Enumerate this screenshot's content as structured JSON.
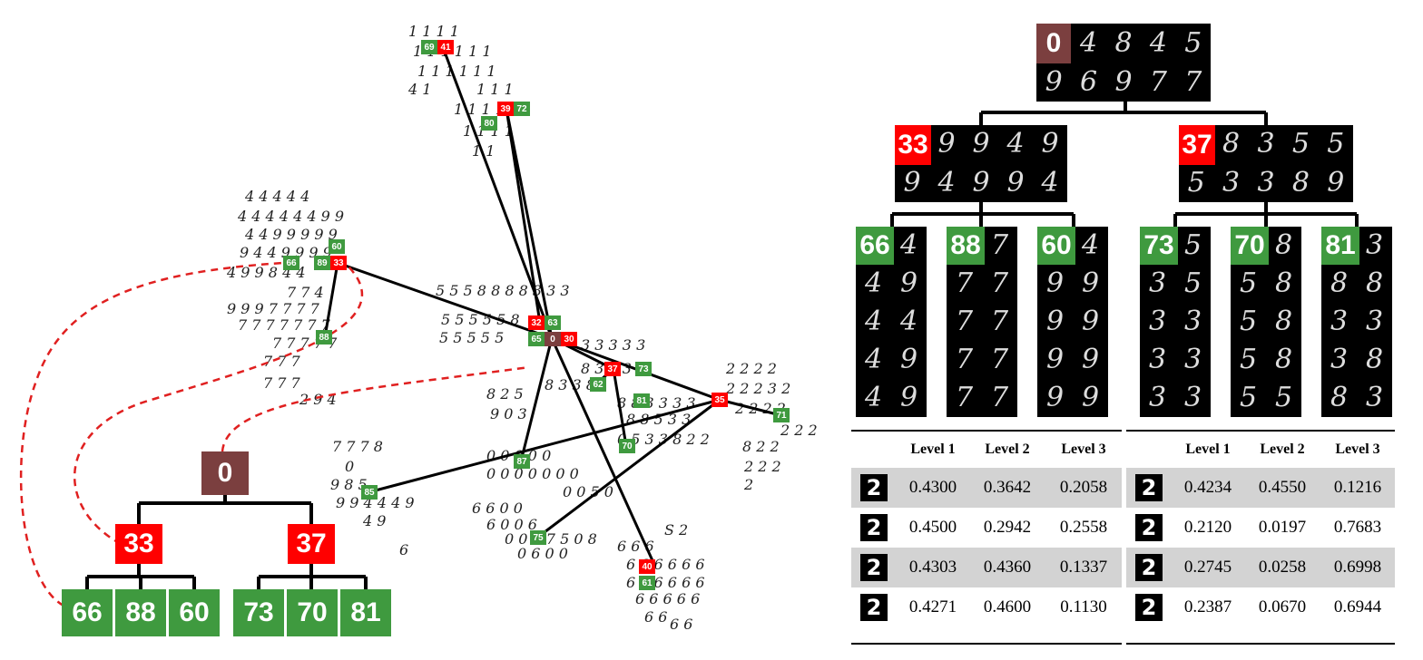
{
  "scatter": {
    "nodes": [
      {
        "label": "69",
        "color": "green"
      },
      {
        "label": "41",
        "color": "red"
      },
      {
        "label": "39",
        "color": "red"
      },
      {
        "label": "72",
        "color": "green"
      },
      {
        "label": "80",
        "color": "green"
      },
      {
        "label": "60",
        "color": "green"
      },
      {
        "label": "66",
        "color": "green"
      },
      {
        "label": "89",
        "color": "green"
      },
      {
        "label": "33",
        "color": "red"
      },
      {
        "label": "88",
        "color": "green"
      },
      {
        "label": "32",
        "color": "red"
      },
      {
        "label": "63",
        "color": "green"
      },
      {
        "label": "65",
        "color": "green"
      },
      {
        "label": "0",
        "color": "brown"
      },
      {
        "label": "30",
        "color": "red"
      },
      {
        "label": "37",
        "color": "red"
      },
      {
        "label": "73",
        "color": "green"
      },
      {
        "label": "62",
        "color": "green"
      },
      {
        "label": "81",
        "color": "green"
      },
      {
        "label": "35",
        "color": "red"
      },
      {
        "label": "71",
        "color": "green"
      },
      {
        "label": "70",
        "color": "green"
      },
      {
        "label": "87",
        "color": "green"
      },
      {
        "label": "85",
        "color": "green"
      },
      {
        "label": "75",
        "color": "green"
      },
      {
        "label": "40",
        "color": "red"
      },
      {
        "label": "61",
        "color": "green"
      }
    ]
  },
  "tree": {
    "root": "0",
    "level1": [
      "33",
      "37"
    ],
    "level2": [
      "66",
      "88",
      "60",
      "73",
      "70",
      "81"
    ]
  },
  "panels": {
    "root": {
      "label": "0",
      "digits": [
        "4",
        "8",
        "4",
        "5",
        "9",
        "6",
        "9",
        "7",
        "7"
      ]
    },
    "level1": [
      {
        "label": "33",
        "digits": [
          "9",
          "9",
          "4",
          "9",
          "9",
          "4",
          "9",
          "9",
          "4"
        ]
      },
      {
        "label": "37",
        "digits": [
          "8",
          "3",
          "5",
          "5",
          "5",
          "3",
          "3",
          "8",
          "9"
        ]
      }
    ],
    "level2": [
      {
        "label": "66",
        "digits": [
          "4",
          "4",
          "9",
          "4",
          "4",
          "4",
          "9",
          "4",
          "9"
        ]
      },
      {
        "label": "88",
        "digits": [
          "7",
          "7",
          "7",
          "7",
          "7",
          "7",
          "7",
          "7",
          "7"
        ]
      },
      {
        "label": "60",
        "digits": [
          "4",
          "9",
          "9",
          "9",
          "9",
          "9",
          "9",
          "9",
          "9"
        ]
      },
      {
        "label": "73",
        "digits": [
          "5",
          "3",
          "5",
          "3",
          "3",
          "3",
          "3",
          "3",
          "3"
        ]
      },
      {
        "label": "70",
        "digits": [
          "8",
          "5",
          "8",
          "5",
          "8",
          "5",
          "8",
          "5",
          "5"
        ]
      },
      {
        "label": "81",
        "digits": [
          "3",
          "8",
          "8",
          "3",
          "3",
          "3",
          "8",
          "8",
          "3"
        ]
      }
    ]
  },
  "tables": [
    {
      "headers": [
        "",
        "Level 1",
        "Level 2",
        "Level 3"
      ],
      "rows": [
        {
          "glyph": "2",
          "values": [
            "0.4300",
            "0.3642",
            "0.2058"
          ]
        },
        {
          "glyph": "2",
          "values": [
            "0.4500",
            "0.2942",
            "0.2558"
          ]
        },
        {
          "glyph": "2",
          "values": [
            "0.4303",
            "0.4360",
            "0.1337"
          ]
        },
        {
          "glyph": "2",
          "values": [
            "0.4271",
            "0.4600",
            "0.1130"
          ]
        }
      ]
    },
    {
      "headers": [
        "",
        "Level 1",
        "Level 2",
        "Level 3"
      ],
      "rows": [
        {
          "glyph": "2",
          "values": [
            "0.4234",
            "0.4550",
            "0.1216"
          ]
        },
        {
          "glyph": "2",
          "values": [
            "0.2120",
            "0.0197",
            "0.7683"
          ]
        },
        {
          "glyph": "2",
          "values": [
            "0.2745",
            "0.0258",
            "0.6998"
          ]
        },
        {
          "glyph": "2",
          "values": [
            "0.2387",
            "0.0670",
            "0.6944"
          ]
        }
      ]
    }
  ],
  "colors": {
    "red": "#ff0000",
    "green": "#3f9a3f",
    "brown": "#7b3f3f",
    "shade": "#d3d3d3",
    "dashed": "#e02020"
  }
}
